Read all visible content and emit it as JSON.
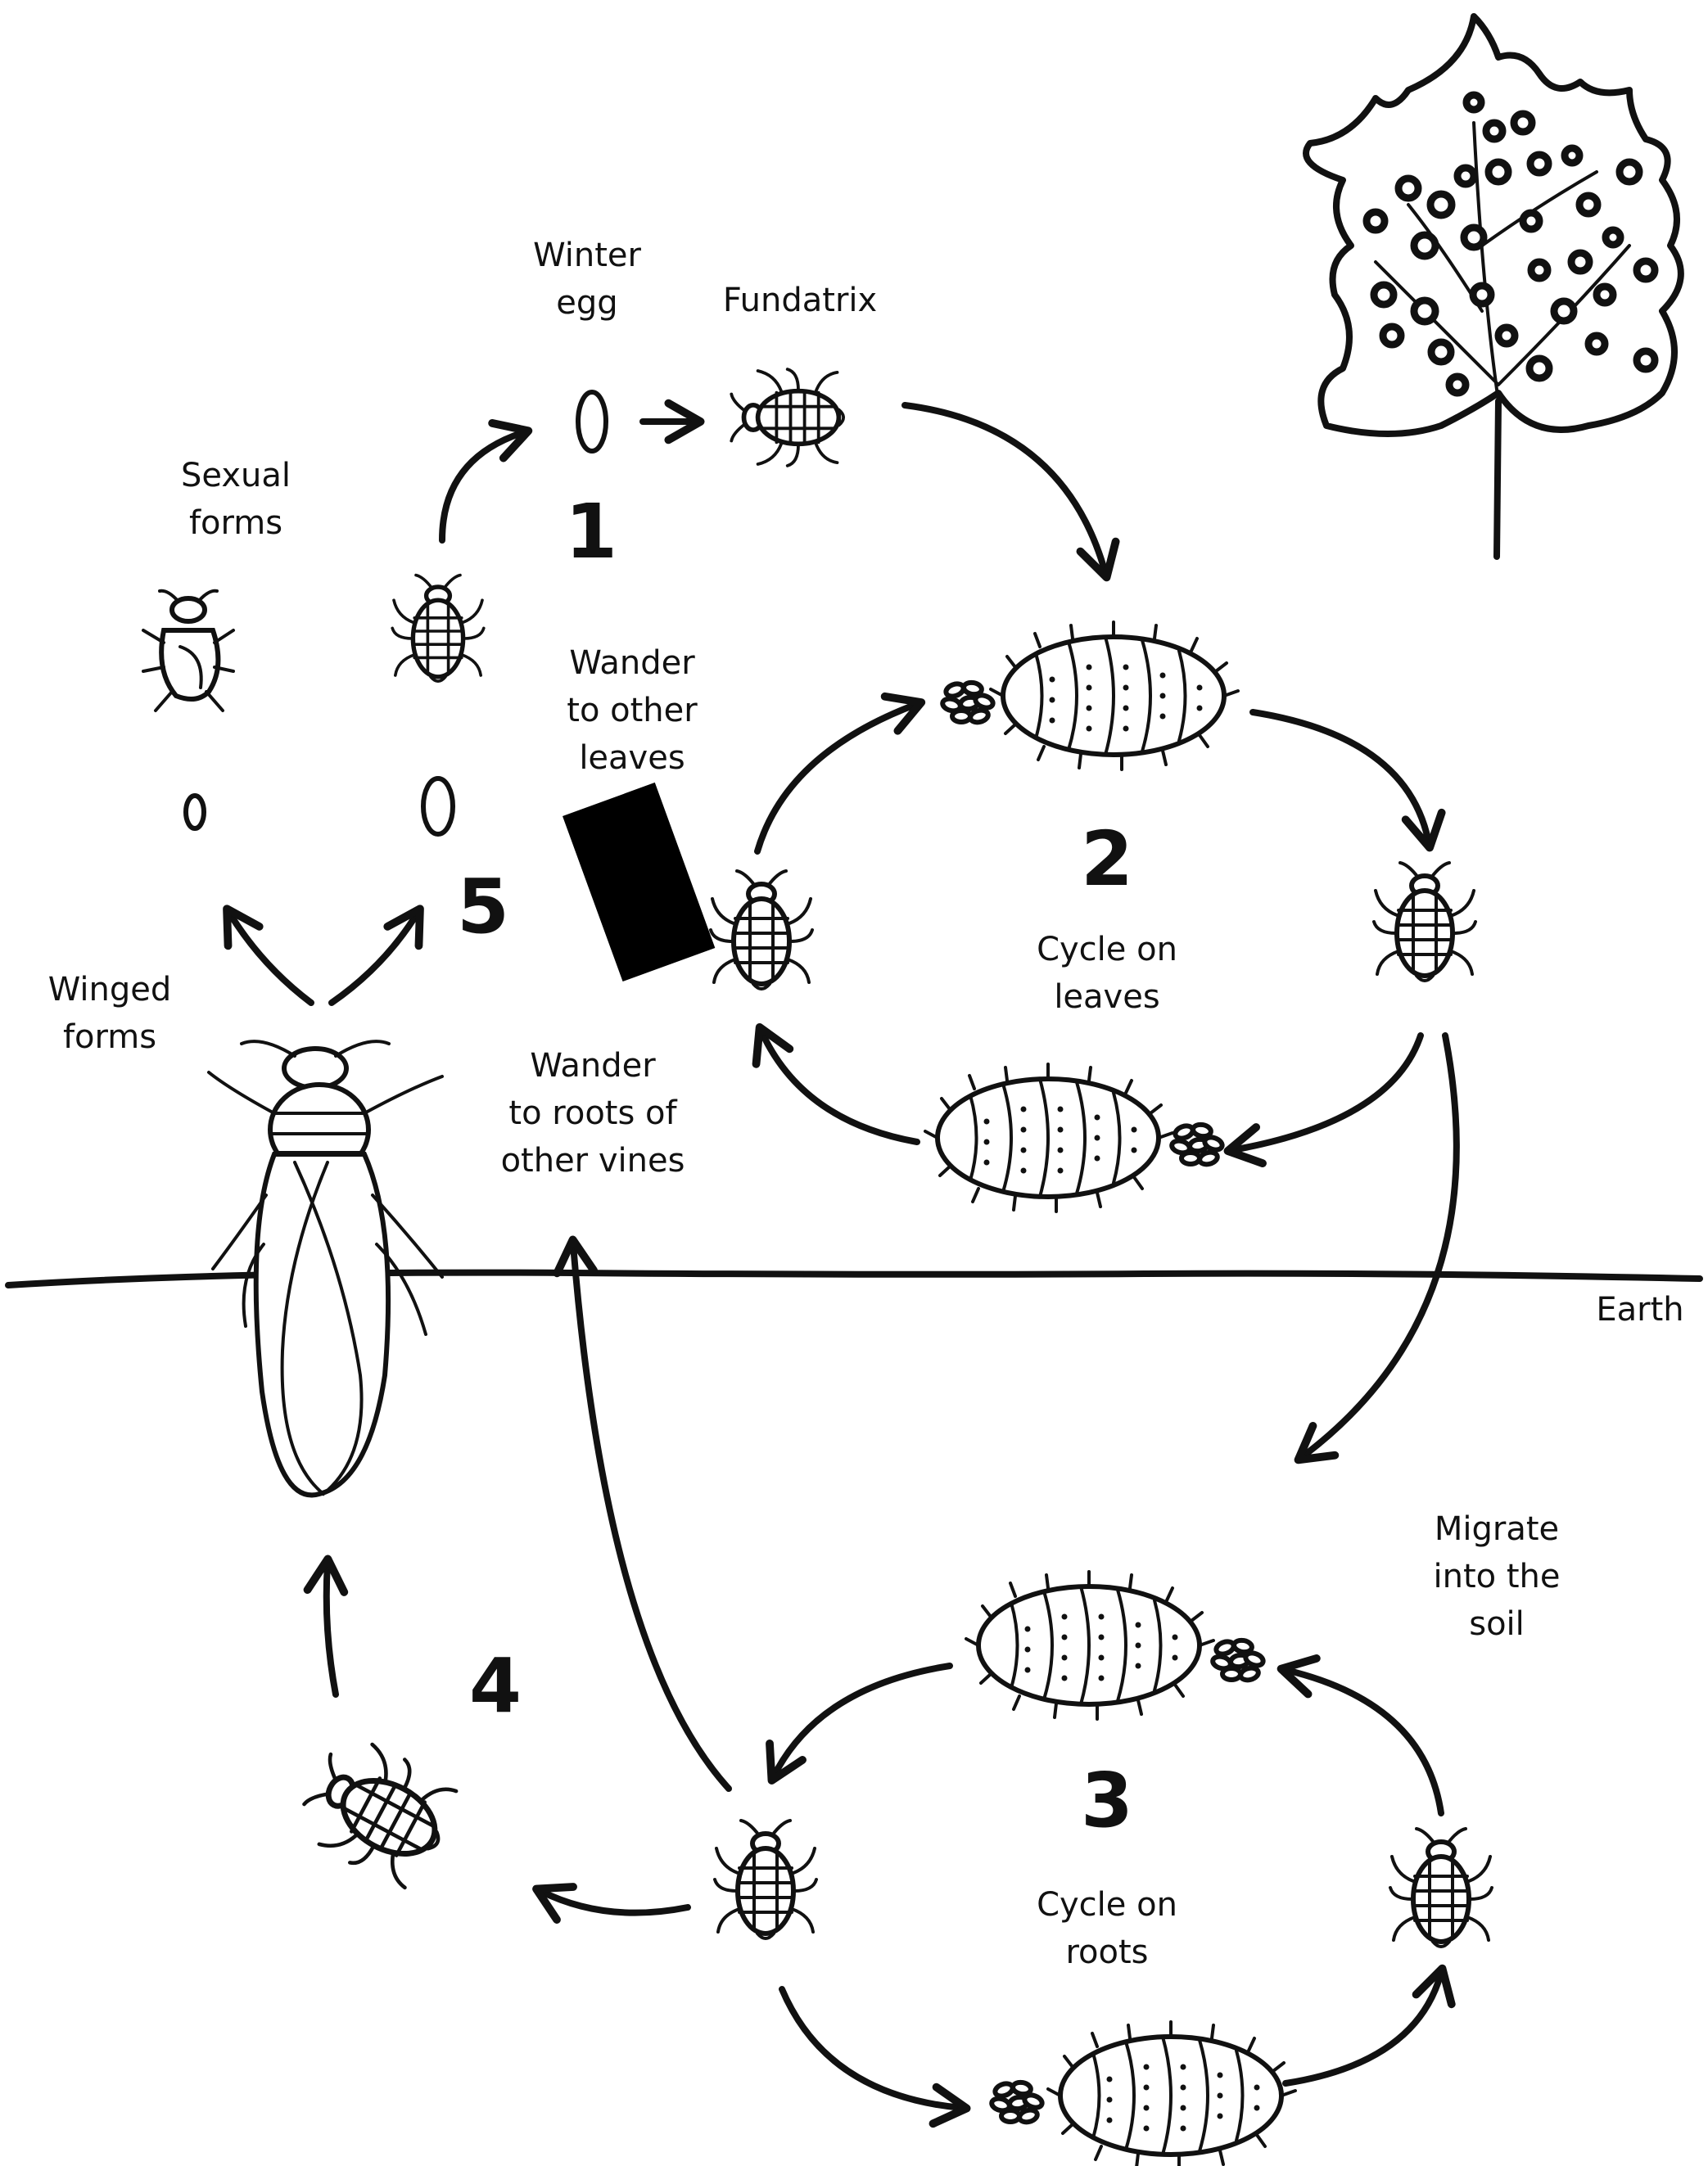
{
  "labels": {
    "winter_egg": "Winter\negg",
    "fundatrix": "Fundatrix",
    "sexual_forms": "Sexual\nforms",
    "wander_leaves": "Wander\nto other\nleaves",
    "cycle_leaves": "Cycle on\nleaves",
    "winged_forms": "Winged\nforms",
    "wander_roots": "Wander\nto roots of\nother vines",
    "earth": "Earth",
    "migrate_soil": "Migrate\ninto the\nsoil",
    "cycle_roots": "Cycle on\nroots"
  },
  "stages": {
    "s1": "1",
    "s2": "2",
    "s3": "3",
    "s4": "4",
    "s5": "5"
  }
}
